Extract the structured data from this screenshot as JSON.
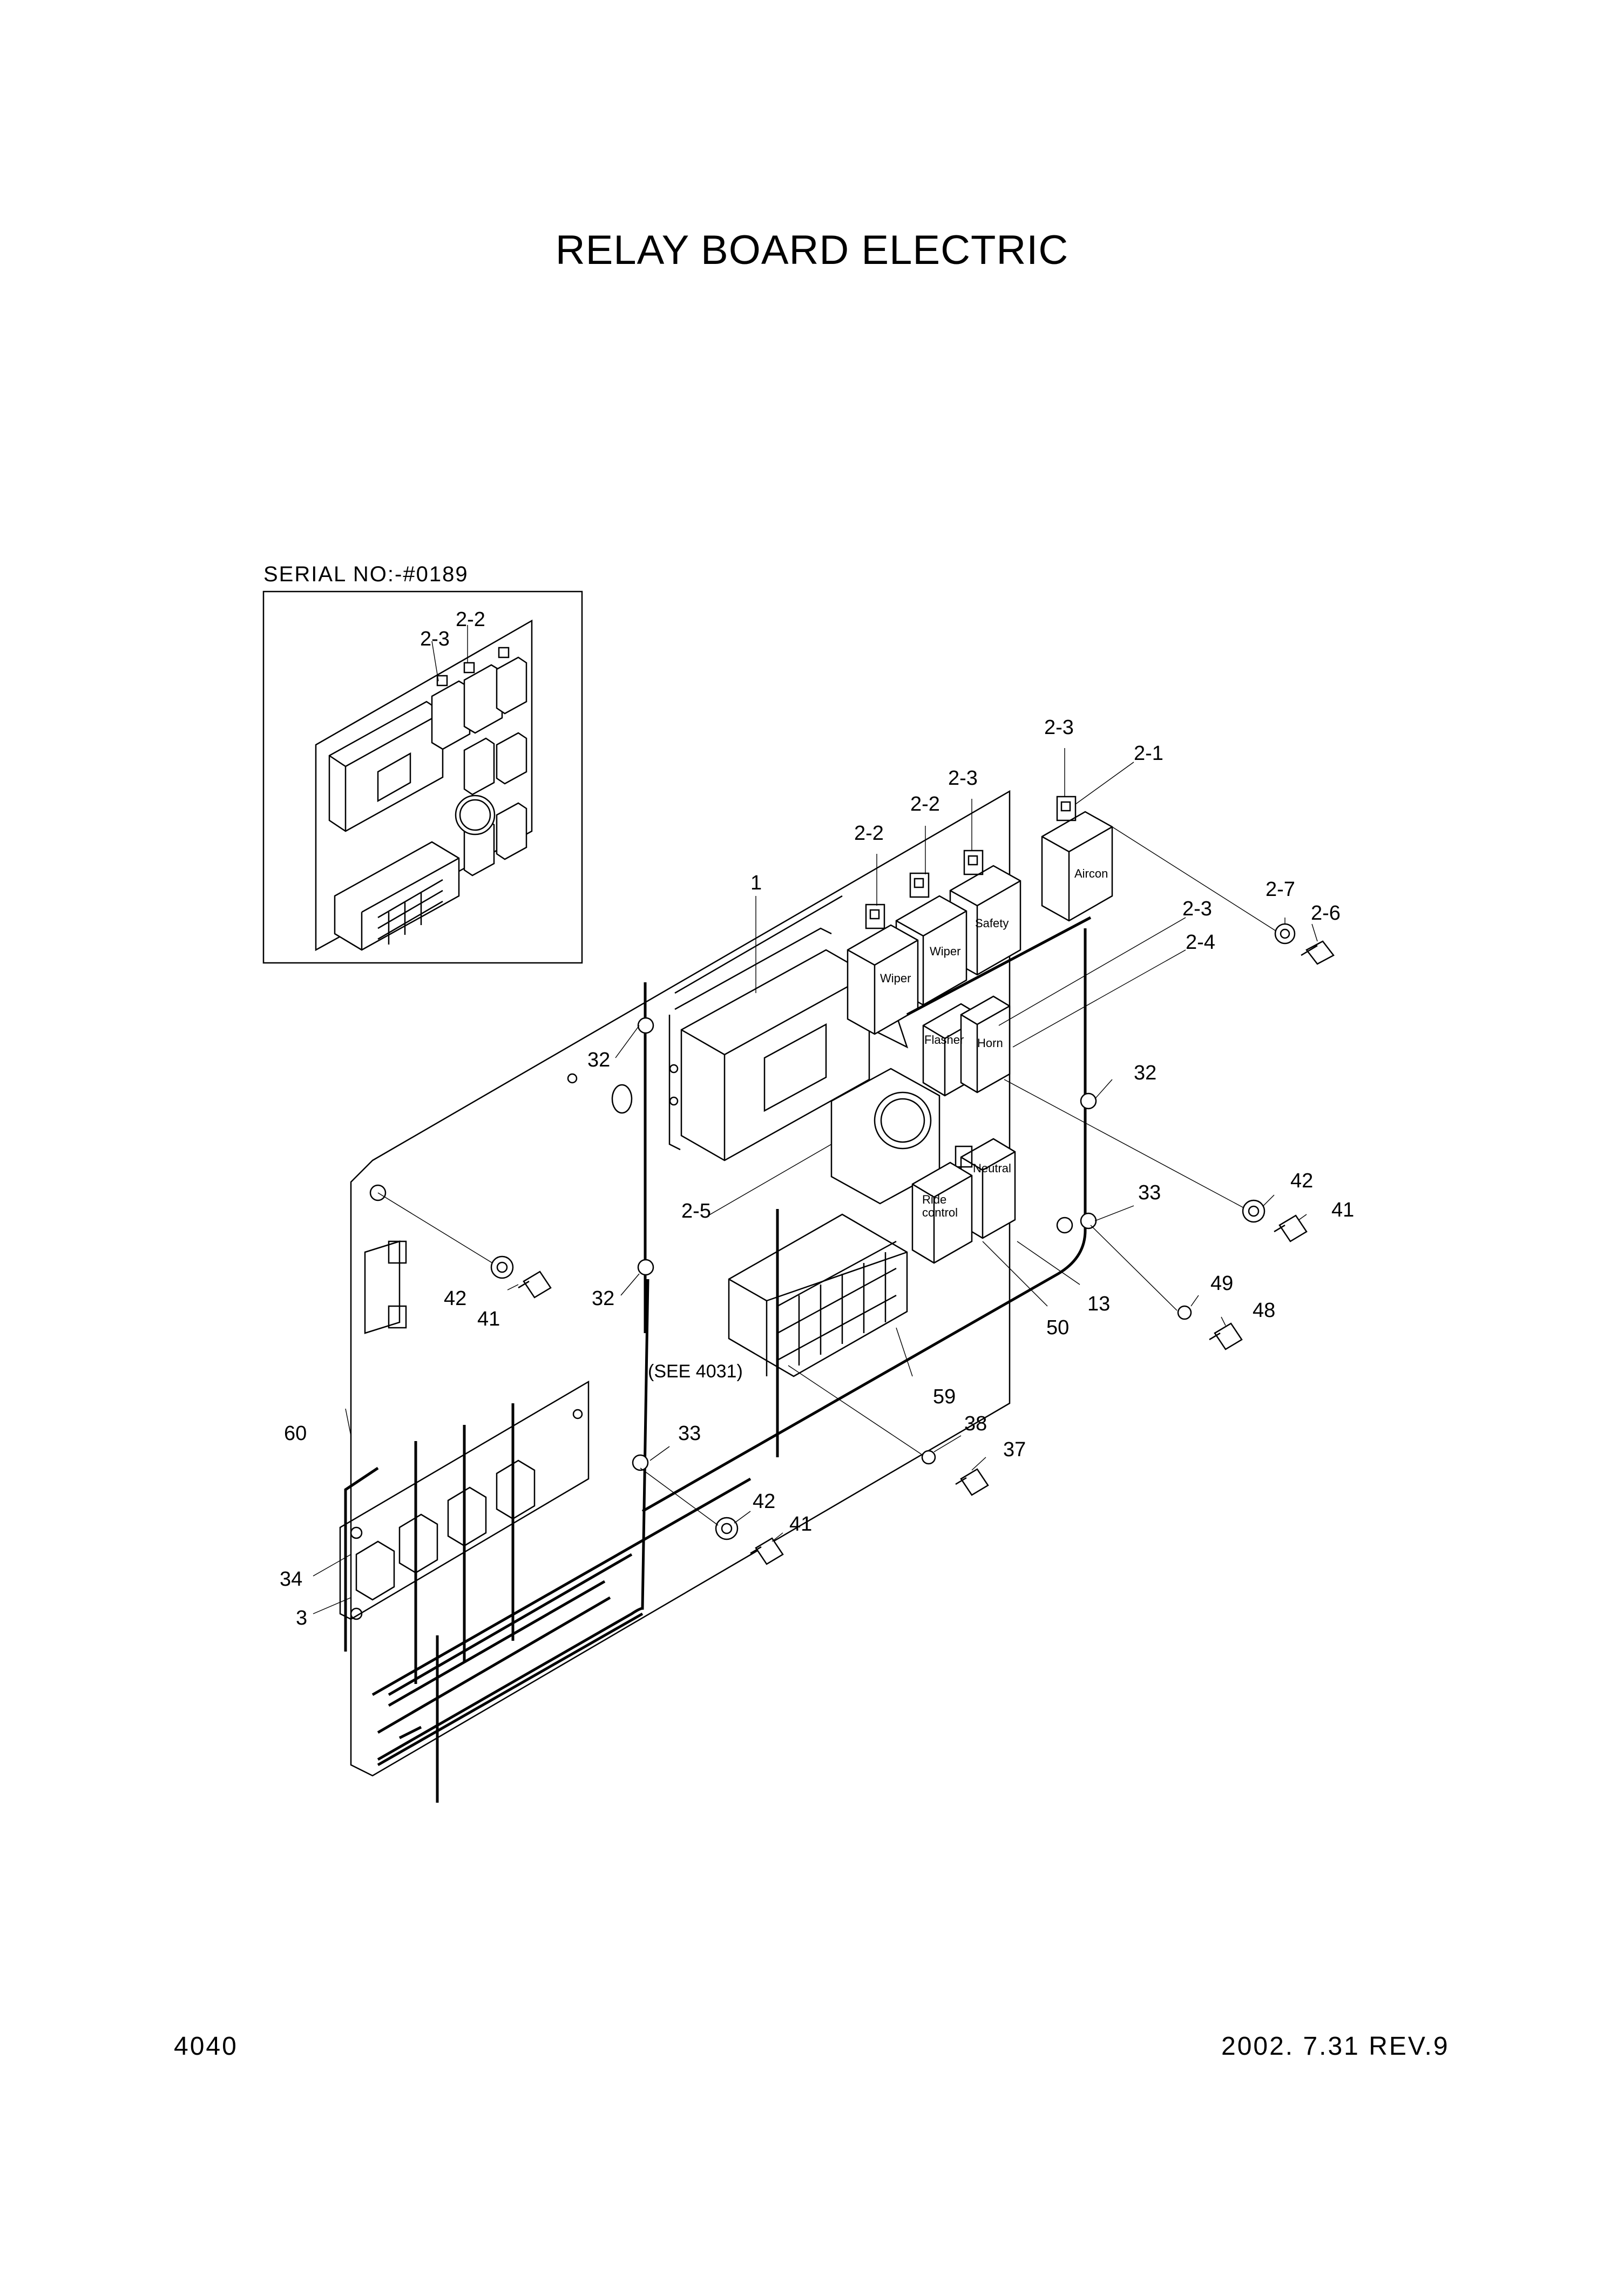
{
  "title": "RELAY BOARD ELECTRIC",
  "serial_label": "SERIAL NO:-#0189",
  "footer": {
    "page_number": "4040",
    "date_rev": "2002. 7.31 REV.9"
  },
  "inset_callouts": [
    "2-3",
    "2-2"
  ],
  "callouts": [
    "2-3",
    "2-1",
    "2-3",
    "2-2",
    "2-2",
    "1",
    "2-7",
    "2-6",
    "2-3",
    "2-4",
    "32",
    "32",
    "42",
    "41",
    "2-5",
    "33",
    "42",
    "41",
    "32",
    "49",
    "48",
    "13",
    "50",
    "59",
    "(SEE 4031)",
    "60",
    "33",
    "38",
    "37",
    "42",
    "41",
    "34",
    "3"
  ],
  "relay_labels": [
    "Aircon",
    "Safety",
    "Wiper",
    "Wiper",
    "Flasher",
    "Horn",
    "Neutral",
    "Ride control"
  ]
}
